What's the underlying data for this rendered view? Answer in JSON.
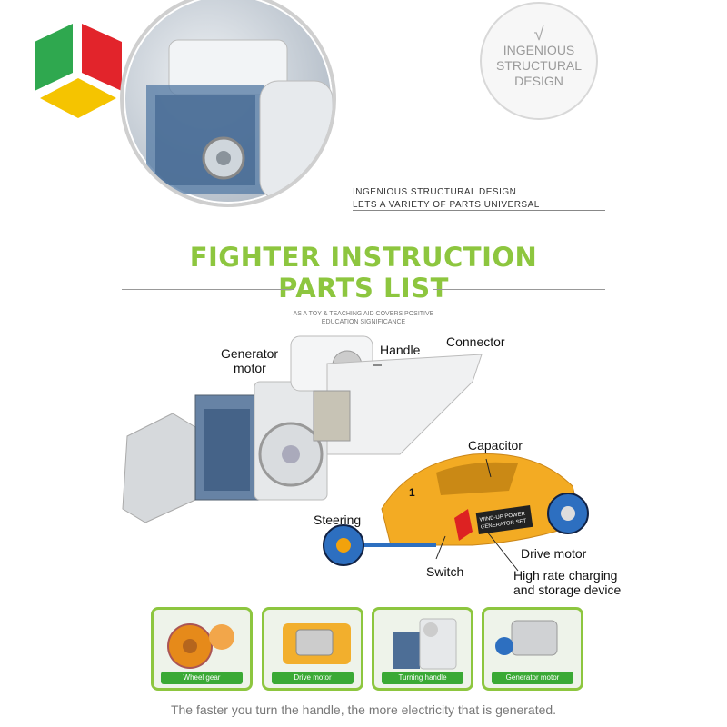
{
  "badge": {
    "check": "√",
    "lines": [
      "INGENIOUS",
      "STRUCTURAL",
      "DESIGN"
    ]
  },
  "structural_caption": [
    "INGENIOUS STRUCTURAL DESIGN",
    "LETS A VARIETY OF PARTS UNIVERSAL"
  ],
  "title_line1": "FIGHTER INSTRUCTION",
  "title_line2": "PARTS LIST",
  "subtitle_lines": [
    "AS A TOY & TEACHING AID COVERS POSITIVE",
    "EDUCATION SIGNIFICANCE"
  ],
  "part_labels": {
    "generator_motor": [
      "Generator",
      "motor"
    ],
    "handle": "Handle",
    "connector": "Connector",
    "capacitor": "Capacitor",
    "steering": "Steering",
    "switch": "Switch",
    "drive_motor": "Drive motor",
    "high_rate": [
      "High rate charging",
      "and storage device"
    ]
  },
  "car_number": "1",
  "car_decal": [
    "WIND-UP POWER",
    "GENERATOR SET"
  ],
  "thumbnails": [
    "Wheel gear",
    "Drive motor",
    "Turning handle",
    "Generator motor"
  ],
  "footer": "The faster you turn the handle, the more electricity that is generated.",
  "colors": {
    "accent_green": "#8dc63f",
    "caption_green": "#3aa935",
    "car_orange": "#f2a20c",
    "wheel_blue": "#2d6fc0"
  }
}
